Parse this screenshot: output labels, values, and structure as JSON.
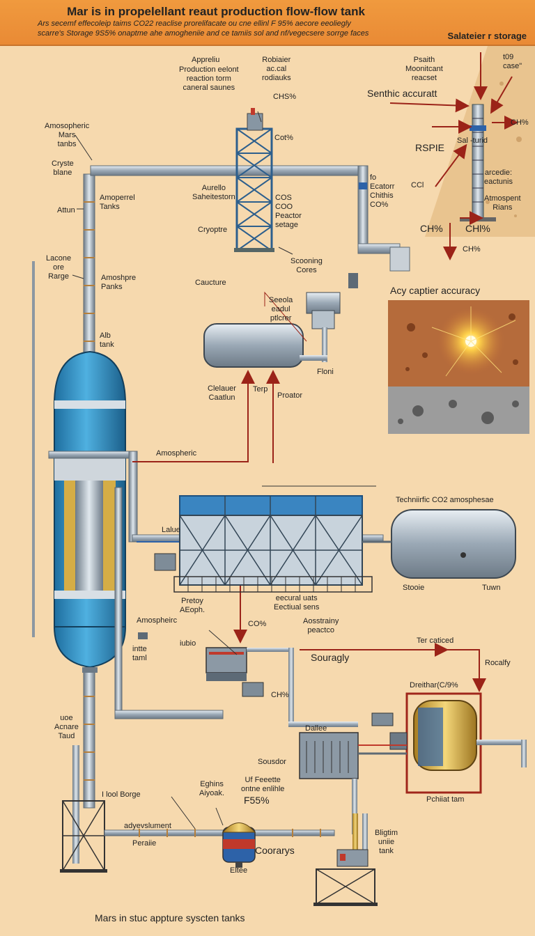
{
  "header": {
    "title": "Mar is in propelellant reaut production flow-flow tank",
    "subtitle_line1": "Ars secemf effecoleip taims CO22 reaclise prorelifacate ou cne ellinl F 95% aecore eeoliegly",
    "subtitle_line2": "scarre's Storage 9S5% onaptme ahe amogheniie and ce tamiis sol and nf/vegecsere sorrge faces",
    "right_label": "Salateier r storage"
  },
  "labels": {
    "appreli_top": "Appreliu",
    "production_block": "Production eelont\nreaction torm\ncaneral saunes",
    "robiaier": "Robiaier\nac.cal\nrodiauks",
    "chs_top": "CHS%",
    "sentiric": "Senthic accuratt",
    "psaih": "Psaith\nMoonitcant\nreacset",
    "t09": "t09\ncase\"",
    "atmos_mars": "Amosopheric\nMars\ntanbs",
    "cryst_blane": "Cryste\nblane",
    "cot": "Cot%",
    "ch_right": "CH%",
    "rspie": "RSPIE",
    "saturated": "Sal -turid",
    "aurelo": "Aurello\nSaheitestorn",
    "cos_coo": "COS\nCOO\nPeactor\nsetage",
    "fo": "fo\nEcatorr\nChithis\nCO%",
    "ccl": "CCl",
    "arcedie": "arcedie:\neactunis",
    "ampernel": "Amoperrel\nTanks",
    "attun": "Attun",
    "atmos_rians": "Atmospent\nRians",
    "cryopure": "Cryoptre",
    "ch_left": "CH%",
    "chl": "CHl%",
    "ch_bottom": "CH%",
    "lacone": "Lacone\nore\nRarge",
    "amosphre_panks": "Amoshpre\nPanks",
    "scooning": "Scooning\nCores",
    "acy_captier": "Acy captier accuracy",
    "caucture": "Caucture",
    "seeola": "Seeola\neadul\nptlcrer",
    "alb_tank": "Alb\ntank",
    "floni": "Floni",
    "celaier": "Clelauer\nCaatlun",
    "terp": "Terp",
    "proator": "Proator",
    "atmospheric_1": "Amospheric",
    "technic": "Techniirfic CO2 amosphesae",
    "lalue": "Lalue",
    "stooie": "Stooie",
    "tuwn": "Tuwn",
    "pretoy": "Pretoy\nAEoph.",
    "eectiual": "eecural uats\nEectiual sens",
    "atmospheric_2": "Amospheirc",
    "co_mid": "CO%",
    "aosstrny": "Aosstrainy\npeactco",
    "intte": "intte\ntaml",
    "iubio": "iubio",
    "ter_caticed": "Ter caticed",
    "souragly": "Souragly",
    "rocalfy": "Rocalfy",
    "chs_mid": "CH%",
    "dreithar": "Dreithar(C/9%",
    "uoe_acnare": "uoe\nAcnare\nTaud",
    "dallee": "Dallee",
    "sousdor": "Sousdor",
    "fohiat": "Pchiiat tam",
    "ilool_borge": "I lool Borge",
    "eghins": "Eghins\nAiyoak.",
    "uf_feecte": "Uf Feeette\nontne enlihle",
    "f55": "F55%",
    "adyevsluument": "adyevslument",
    "peraiie": "Peraiie",
    "coorarys": "Coorarys",
    "bligtim": "Bligtim\nuniie\ntank",
    "eltee": "Eltee"
  },
  "footer": "Mars in stuc appture syscten tanks",
  "colors": {
    "background": "#f6d9ae",
    "banner": "#ec913b",
    "tank_blue": "#2f8fc4",
    "pipe": "#9aa4ad",
    "arrow_red": "#9b2318",
    "tank_gold": "#d8b24a",
    "mars_surface": "#b86a3a"
  }
}
